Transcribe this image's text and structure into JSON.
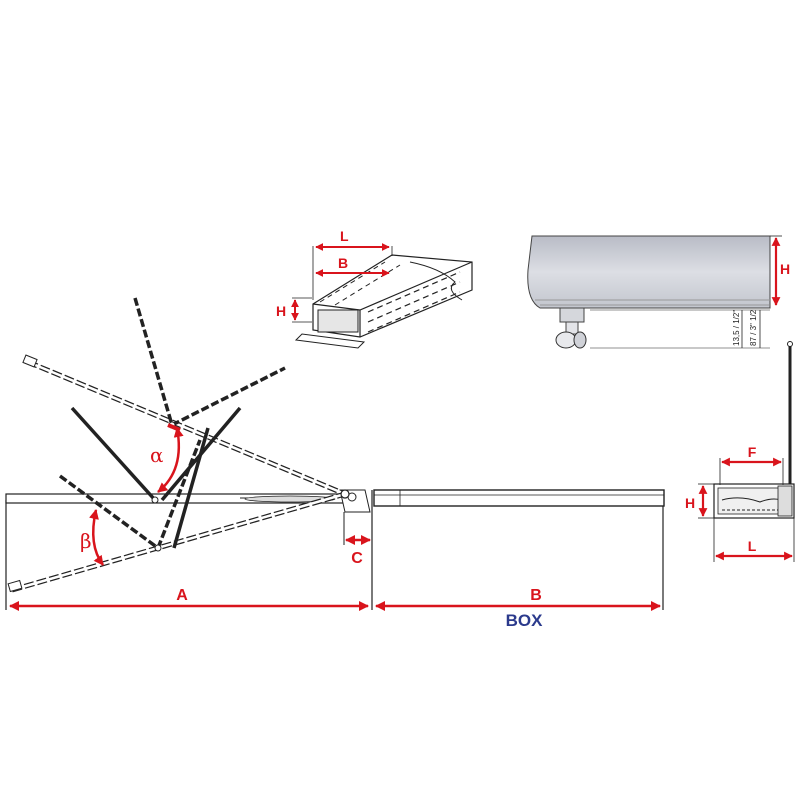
{
  "colors": {
    "dimension": "#d9141c",
    "box_label": "#2b3a8c",
    "line": "#222222",
    "profile_gray": "#c9ccd4"
  },
  "main_view": {
    "dimensions": {
      "a": "A",
      "b": "B",
      "c": "C",
      "box": "BOX"
    },
    "angles": {
      "alpha": "α",
      "beta": "β"
    }
  },
  "package_view": {
    "length": "L",
    "width": "B",
    "height": "H"
  },
  "profile_view": {
    "height": "H",
    "small_dims": [
      "13,5 / 1/2\"",
      "87 / 3\" 1/2"
    ]
  },
  "section_view": {
    "front": "F",
    "height": "H",
    "length": "L"
  }
}
